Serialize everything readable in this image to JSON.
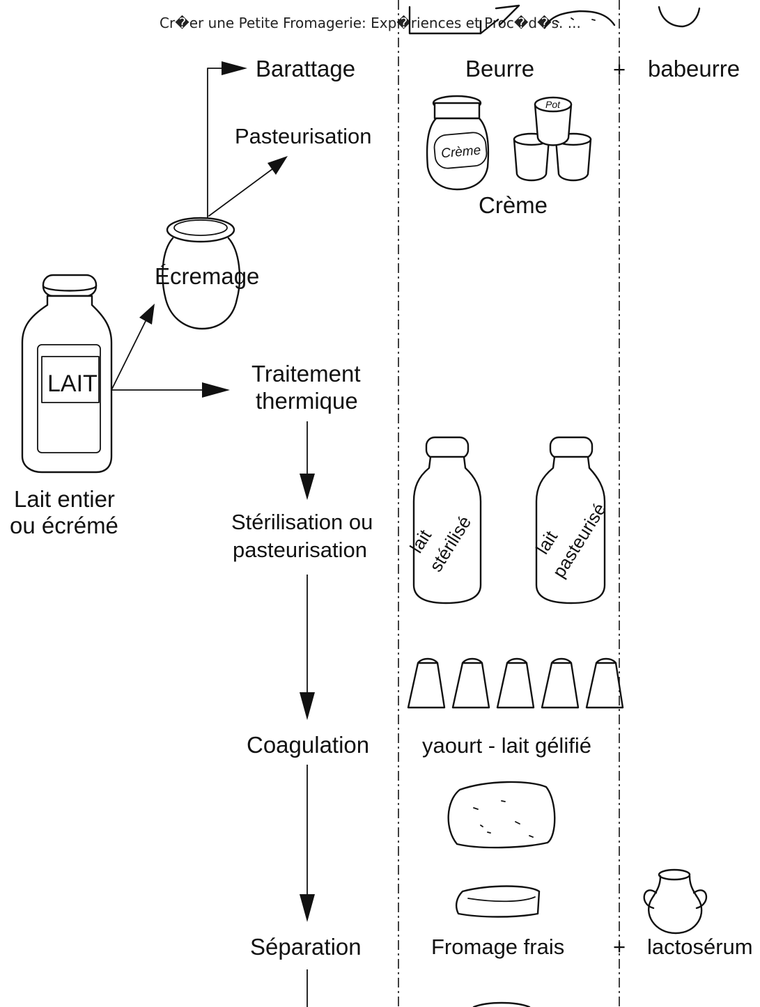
{
  "header": {
    "title": "Cr�er une Petite Fromagerie: Exp�riences et Proc�d�s. ..."
  },
  "left": {
    "bottle_label": "LAIT",
    "caption_line1": "Lait entier",
    "caption_line2": "ou écrémé"
  },
  "steps": {
    "barattage": "Barattage",
    "pasteurisation": "Pasteurisation",
    "ecremage": "Écremage",
    "traitement_line1": "Traitement",
    "traitement_line2": "thermique",
    "sterilisation_line1": "Stérilisation ou",
    "sterilisation_line2": "pasteurisation",
    "coagulation": "Coagulation",
    "separation": "Séparation"
  },
  "products": {
    "beurre": "Beurre",
    "plus": "+",
    "babeurre": "babeurre",
    "creme": "Crème",
    "creme_jar_label": "Crème",
    "pot_label": "Pot",
    "lait_sterilise_line1": "lait",
    "lait_sterilise_line2": "stérilisé",
    "lait_pasteurise_line1": "lait",
    "lait_pasteurise_line2": "pasteurisé",
    "yaourt": "yaourt - lait gélifié",
    "fromage_frais": "Fromage frais",
    "lactoserum": "lactosérum"
  }
}
